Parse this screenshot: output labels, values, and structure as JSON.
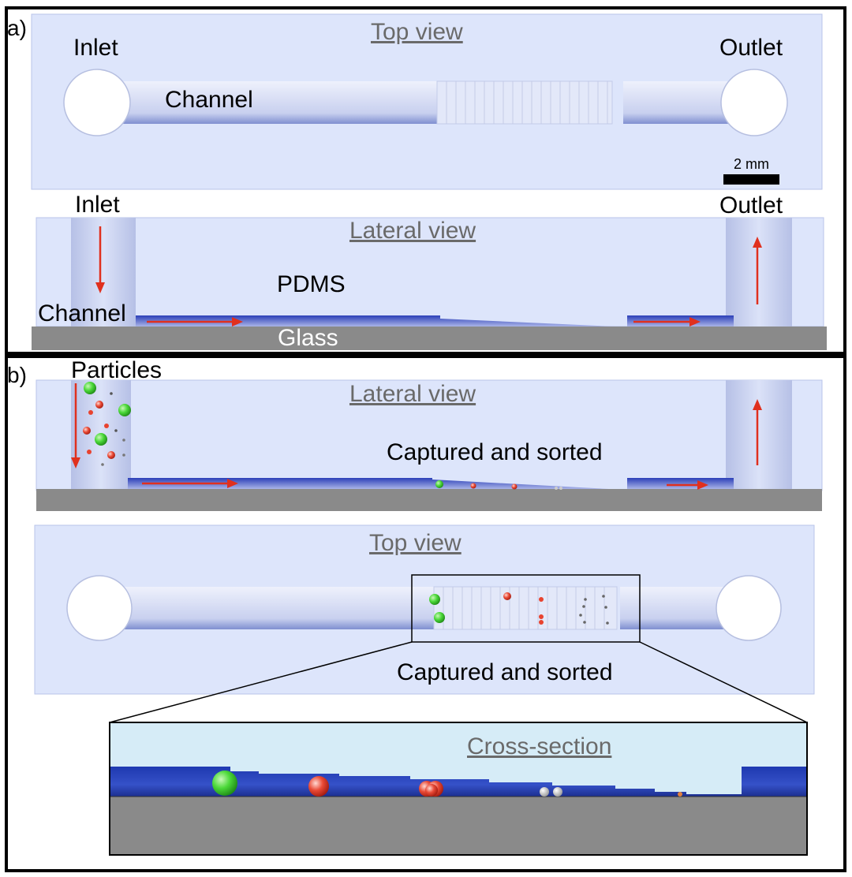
{
  "panel_a": {
    "letter": "a)",
    "top_view": {
      "title": "Top view",
      "inlet": "Inlet",
      "outlet": "Outlet",
      "channel": "Channel",
      "scale_bar": "2 mm"
    },
    "lateral_view": {
      "title": "Lateral view",
      "inlet": "Inlet",
      "outlet": "Outlet",
      "pdms": "PDMS",
      "channel": "Channel",
      "glass": "Glass"
    }
  },
  "panel_b": {
    "letter": "b)",
    "lateral_view": {
      "title": "Lateral view",
      "particles": "Particles",
      "captured": "Captured and sorted"
    },
    "top_view": {
      "title": "Top view",
      "captured": "Captured and sorted"
    },
    "cross_section": {
      "title": "Cross-section"
    }
  },
  "colors": {
    "device_fill": "#dde5fb",
    "channel_blue": "#3b50c8",
    "glass_gray": "#8a8a8a",
    "arrow_red": "#e0301e",
    "particle_green": "#4cd93a",
    "particle_red": "#e8432f",
    "particle_gray": "#8c8c8c"
  }
}
